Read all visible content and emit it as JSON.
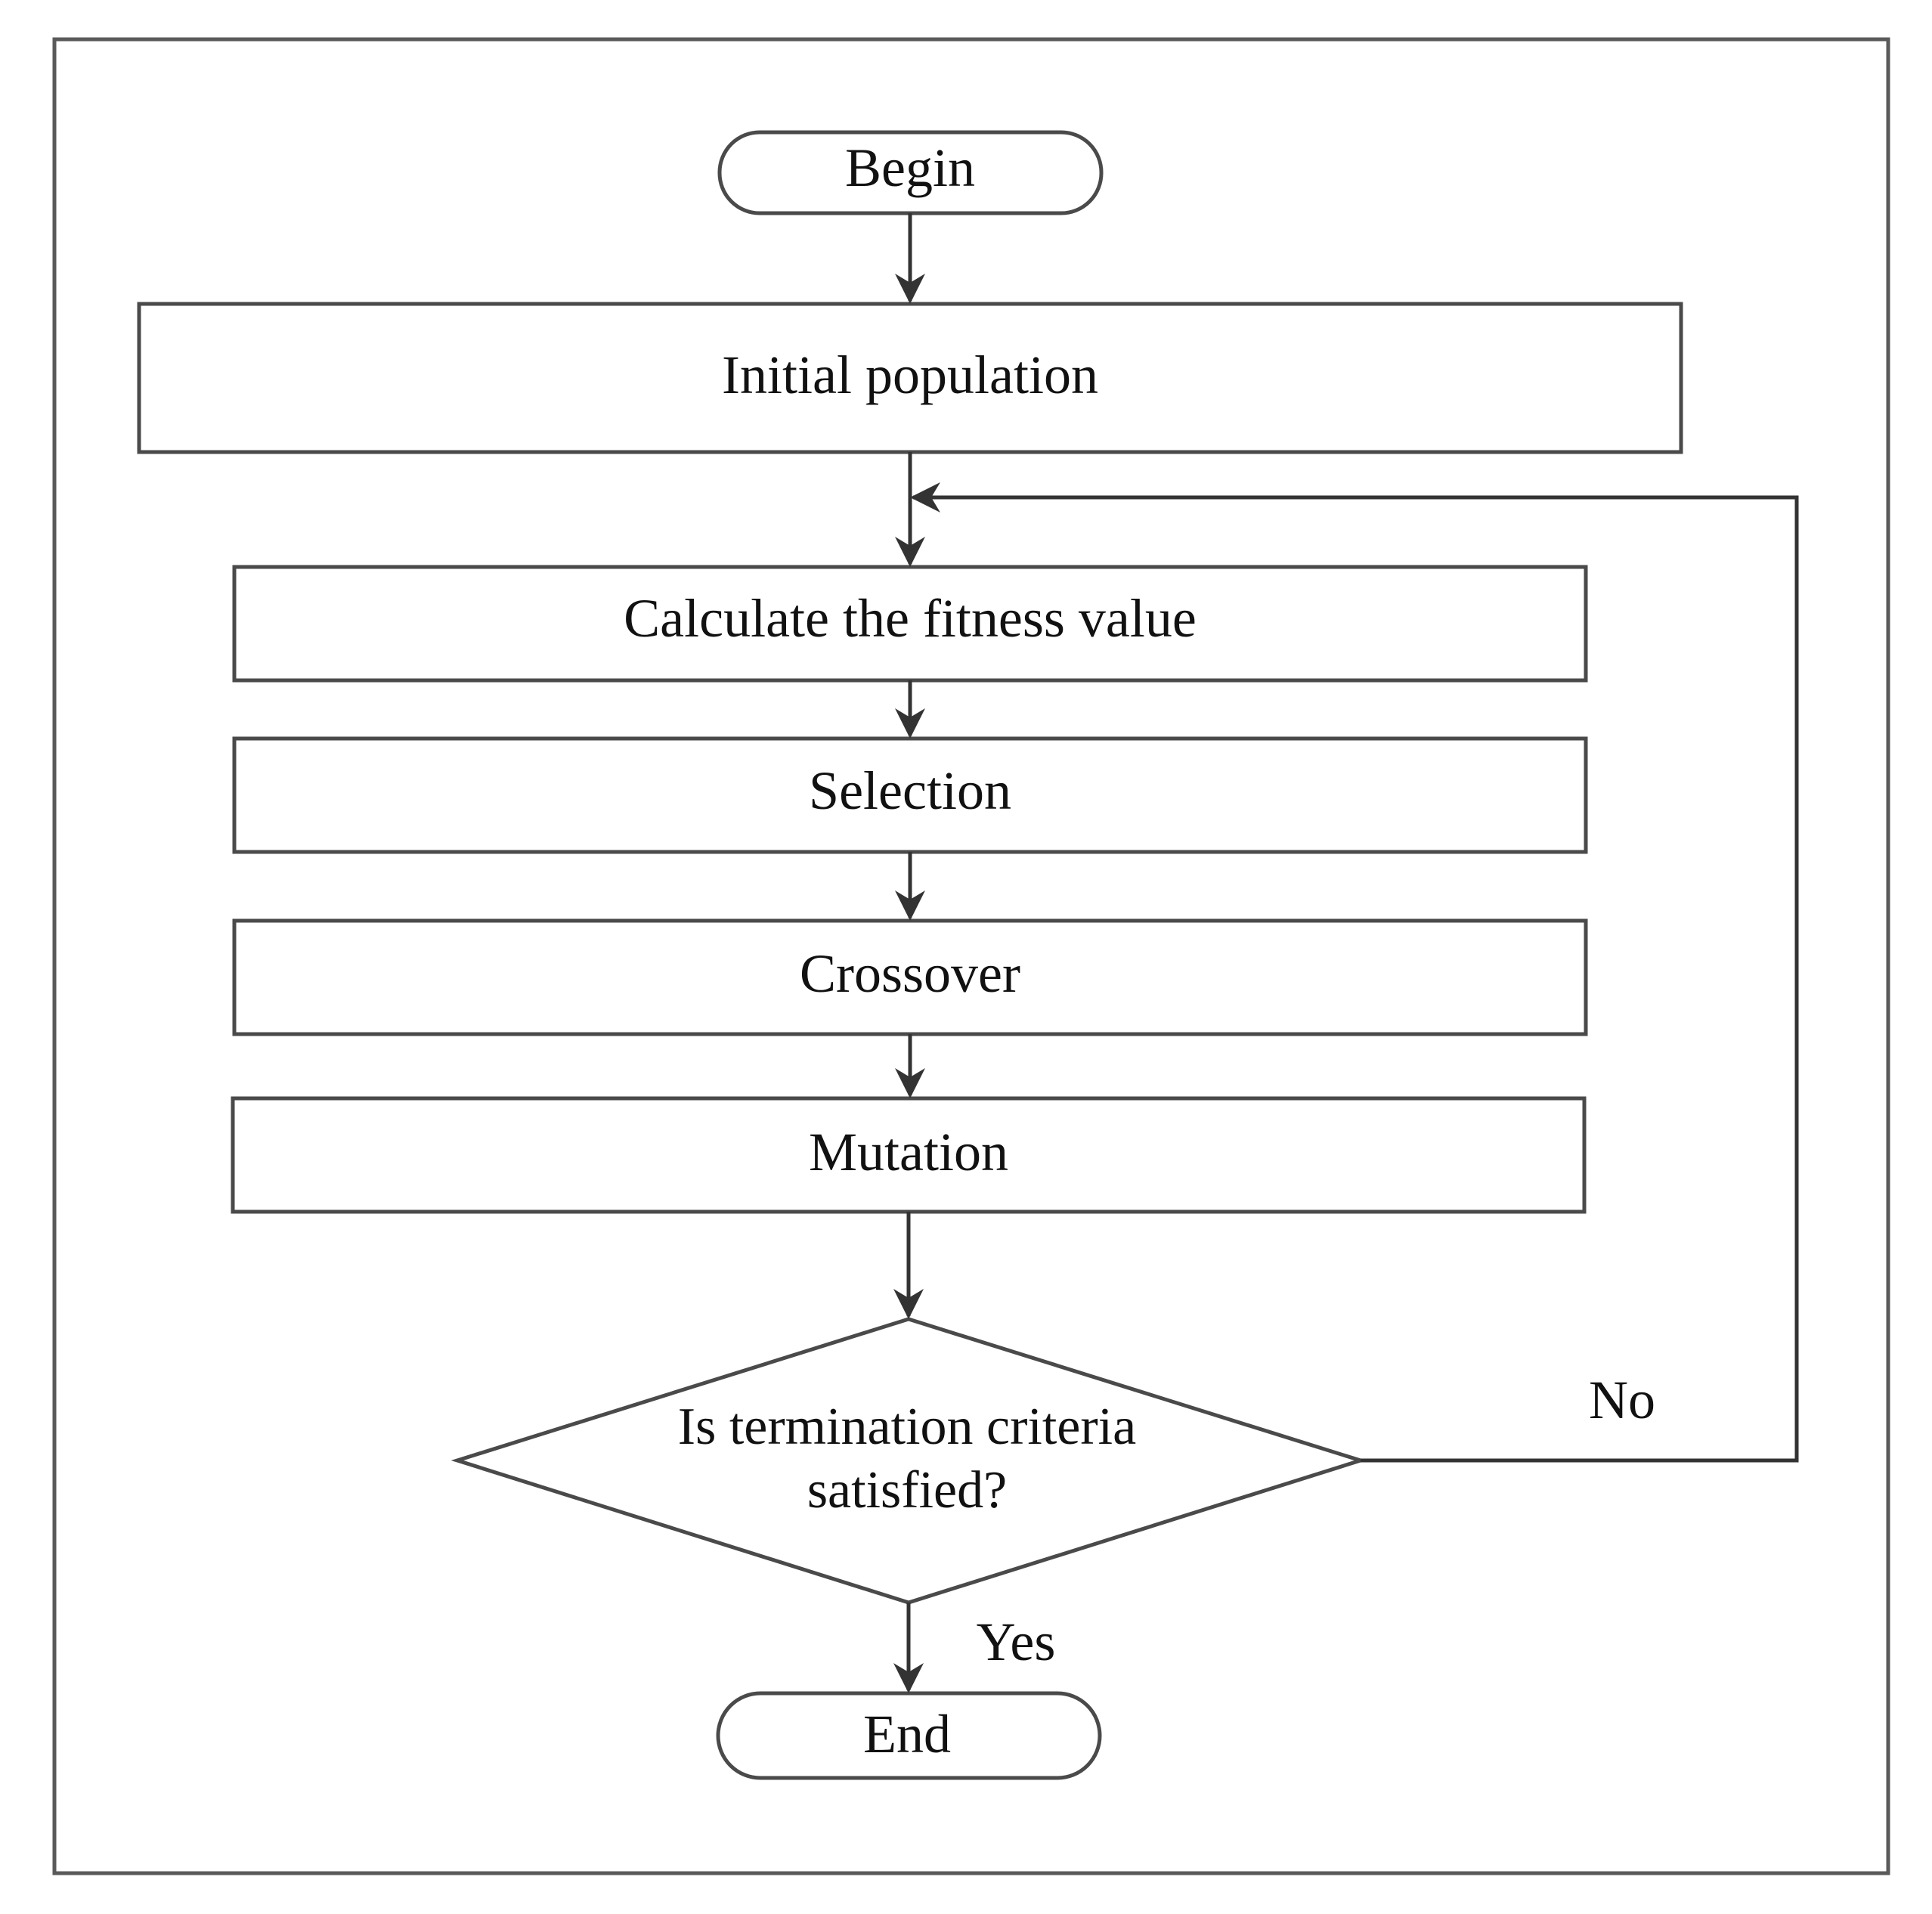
{
  "diagram": {
    "nodes": {
      "begin": "Begin",
      "initial_population": "Initial population",
      "fitness": "Calculate the fitness value",
      "selection": "Selection",
      "crossover": "Crossover",
      "mutation": "Mutation",
      "decision_line1": "Is termination criteria",
      "decision_line2": "satisfied?",
      "end": "End"
    },
    "edge_labels": {
      "no": "No",
      "yes": "Yes"
    },
    "colors": {
      "stroke": "#4a4a4a",
      "text": "#111111",
      "background": "#ffffff"
    }
  }
}
